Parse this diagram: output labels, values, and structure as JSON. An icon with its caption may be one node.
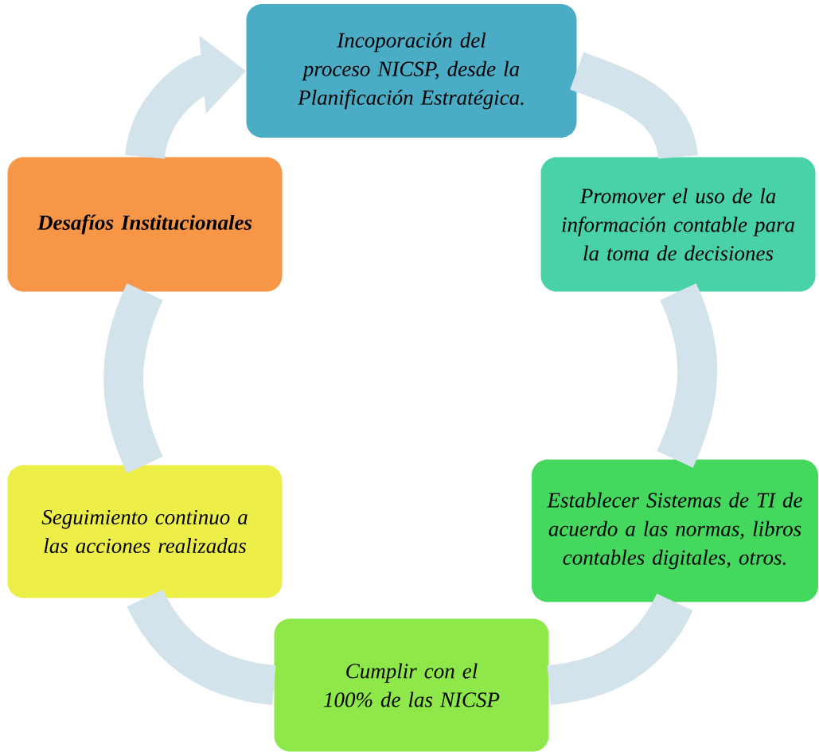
{
  "diagram": {
    "nodes": [
      {
        "text": [
          "Incoporación del proceso NICSP, desde la Planificación Estratégica."
        ]
      },
      {
        "text": [
          "Promover el uso de la información contable para la toma de decisiones"
        ]
      },
      {
        "text": [
          "Establecer Sistemas de TI de acuerdo a las normas, libros contables digitales, otros."
        ]
      },
      {
        "text": [
          "Cumplir con el 100% de las NICSP"
        ]
      },
      {
        "text": [
          "Seguimiento continuo a las acciones realizadas"
        ]
      },
      {
        "text": [
          "Desafíos Institucionales"
        ]
      }
    ],
    "edges": [
      {
        "from": 0,
        "to": 1,
        "arrow": "none"
      },
      {
        "from": 1,
        "to": 2,
        "arrow": "none"
      },
      {
        "from": 2,
        "to": 3,
        "arrow": "none"
      },
      {
        "from": 3,
        "to": 4,
        "arrow": "none"
      },
      {
        "from": 4,
        "to": 5,
        "arrow": "none"
      },
      {
        "from": 5,
        "to": 0,
        "arrow": "to"
      }
    ]
  }
}
